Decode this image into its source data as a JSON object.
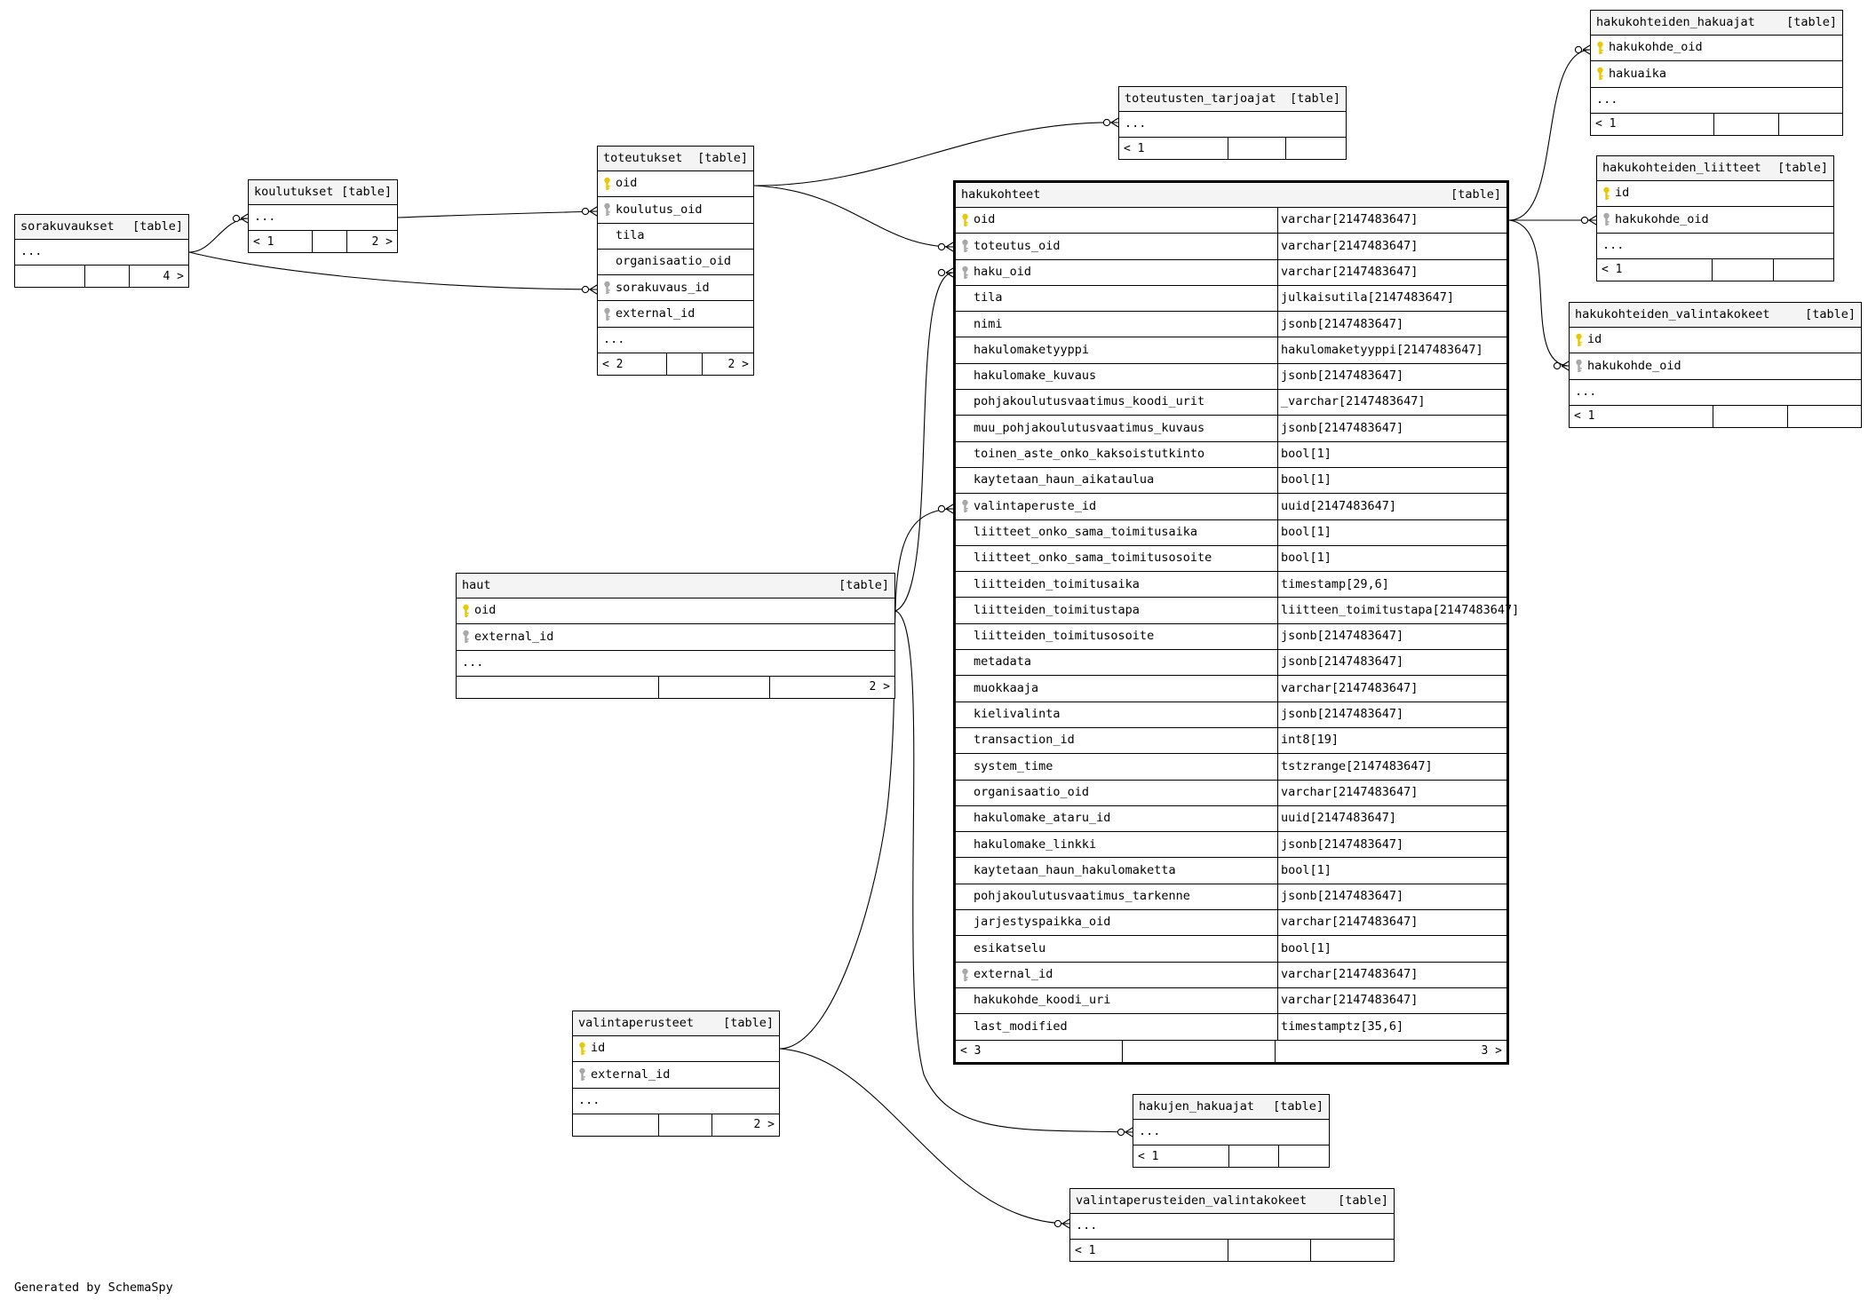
{
  "diagram": {
    "generated_by": "Generated by SchemaSpy",
    "kind_label": "[table]",
    "more_marker": "...",
    "key_icon": "key-icon",
    "colors": {
      "primary_key": "#e8c800",
      "foreign_key": "#a8a8a8",
      "header_bg": "#f4f4f4"
    }
  },
  "tables": {
    "sorakuvaukset": {
      "name": "sorakuvaukset",
      "kind": "[table]",
      "more": "...",
      "footer": [
        "",
        "",
        "4 >"
      ]
    },
    "koulutukset": {
      "name": "koulutukset",
      "kind": "[table]",
      "more": "...",
      "footer": [
        "< 1",
        "",
        "2 >"
      ]
    },
    "toteutukset": {
      "name": "toteutukset",
      "kind": "[table]",
      "columns": [
        {
          "name": "oid",
          "key": "pk"
        },
        {
          "name": "koulutus_oid",
          "key": "fk"
        },
        {
          "name": "tila",
          "key": ""
        },
        {
          "name": "organisaatio_oid",
          "key": ""
        },
        {
          "name": "sorakuvaus_id",
          "key": "fk"
        },
        {
          "name": "external_id",
          "key": "fk"
        }
      ],
      "more": "...",
      "footer": [
        "< 2",
        "",
        "2 >"
      ]
    },
    "toteutusten_tarjoajat": {
      "name": "toteutusten_tarjoajat",
      "kind": "[table]",
      "more": "...",
      "footer": [
        "< 1",
        "",
        ""
      ]
    },
    "haut": {
      "name": "haut",
      "kind": "[table]",
      "columns": [
        {
          "name": "oid",
          "key": "pk"
        },
        {
          "name": "external_id",
          "key": "fk"
        }
      ],
      "more": "...",
      "footer": [
        "",
        "",
        "2 >"
      ]
    },
    "valintaperusteet": {
      "name": "valintaperusteet",
      "kind": "[table]",
      "columns": [
        {
          "name": "id",
          "key": "pk"
        },
        {
          "name": "external_id",
          "key": "fk"
        }
      ],
      "more": "...",
      "footer": [
        "",
        "",
        "2 >"
      ]
    },
    "hakukohteet": {
      "name": "hakukohteet",
      "kind": "[table]",
      "columns": [
        {
          "name": "oid",
          "type": "varchar[2147483647]",
          "key": "pk"
        },
        {
          "name": "toteutus_oid",
          "type": "varchar[2147483647]",
          "key": "fk"
        },
        {
          "name": "haku_oid",
          "type": "varchar[2147483647]",
          "key": "fk"
        },
        {
          "name": "tila",
          "type": "julkaisutila[2147483647]",
          "key": ""
        },
        {
          "name": "nimi",
          "type": "jsonb[2147483647]",
          "key": ""
        },
        {
          "name": "hakulomaketyyppi",
          "type": "hakulomaketyyppi[2147483647]",
          "key": ""
        },
        {
          "name": "hakulomake_kuvaus",
          "type": "jsonb[2147483647]",
          "key": ""
        },
        {
          "name": "pohjakoulutusvaatimus_koodi_urit",
          "type": "_varchar[2147483647]",
          "key": ""
        },
        {
          "name": "muu_pohjakoulutusvaatimus_kuvaus",
          "type": "jsonb[2147483647]",
          "key": ""
        },
        {
          "name": "toinen_aste_onko_kaksoistutkinto",
          "type": "bool[1]",
          "key": ""
        },
        {
          "name": "kaytetaan_haun_aikataulua",
          "type": "bool[1]",
          "key": ""
        },
        {
          "name": "valintaperuste_id",
          "type": "uuid[2147483647]",
          "key": "fk"
        },
        {
          "name": "liitteet_onko_sama_toimitusaika",
          "type": "bool[1]",
          "key": ""
        },
        {
          "name": "liitteet_onko_sama_toimitusosoite",
          "type": "bool[1]",
          "key": ""
        },
        {
          "name": "liitteiden_toimitusaika",
          "type": "timestamp[29,6]",
          "key": ""
        },
        {
          "name": "liitteiden_toimitustapa",
          "type": "liitteen_toimitustapa[2147483647]",
          "key": ""
        },
        {
          "name": "liitteiden_toimitusosoite",
          "type": "jsonb[2147483647]",
          "key": ""
        },
        {
          "name": "metadata",
          "type": "jsonb[2147483647]",
          "key": ""
        },
        {
          "name": "muokkaaja",
          "type": "varchar[2147483647]",
          "key": ""
        },
        {
          "name": "kielivalinta",
          "type": "jsonb[2147483647]",
          "key": ""
        },
        {
          "name": "transaction_id",
          "type": "int8[19]",
          "key": ""
        },
        {
          "name": "system_time",
          "type": "tstzrange[2147483647]",
          "key": ""
        },
        {
          "name": "organisaatio_oid",
          "type": "varchar[2147483647]",
          "key": ""
        },
        {
          "name": "hakulomake_ataru_id",
          "type": "uuid[2147483647]",
          "key": ""
        },
        {
          "name": "hakulomake_linkki",
          "type": "jsonb[2147483647]",
          "key": ""
        },
        {
          "name": "kaytetaan_haun_hakulomaketta",
          "type": "bool[1]",
          "key": ""
        },
        {
          "name": "pohjakoulutusvaatimus_tarkenne",
          "type": "jsonb[2147483647]",
          "key": ""
        },
        {
          "name": "jarjestyspaikka_oid",
          "type": "varchar[2147483647]",
          "key": ""
        },
        {
          "name": "esikatselu",
          "type": "bool[1]",
          "key": ""
        },
        {
          "name": "external_id",
          "type": "varchar[2147483647]",
          "key": "fk"
        },
        {
          "name": "hakukohde_koodi_uri",
          "type": "varchar[2147483647]",
          "key": ""
        },
        {
          "name": "last_modified",
          "type": "timestamptz[35,6]",
          "key": ""
        }
      ],
      "footer": [
        "< 3",
        "",
        "3 >"
      ]
    },
    "hakukohteiden_hakuajat": {
      "name": "hakukohteiden_hakuajat",
      "kind": "[table]",
      "columns": [
        {
          "name": "hakukohde_oid",
          "key": "pk"
        },
        {
          "name": "hakuaika",
          "key": "pk"
        }
      ],
      "more": "...",
      "footer": [
        "< 1",
        "",
        ""
      ]
    },
    "hakukohteiden_liitteet": {
      "name": "hakukohteiden_liitteet",
      "kind": "[table]",
      "columns": [
        {
          "name": "id",
          "key": "pk"
        },
        {
          "name": "hakukohde_oid",
          "key": "fk"
        }
      ],
      "more": "...",
      "footer": [
        "< 1",
        "",
        ""
      ]
    },
    "hakukohteiden_valintakokeet": {
      "name": "hakukohteiden_valintakokeet",
      "kind": "[table]",
      "columns": [
        {
          "name": "id",
          "key": "pk"
        },
        {
          "name": "hakukohde_oid",
          "key": "fk"
        }
      ],
      "more": "...",
      "footer": [
        "< 1",
        "",
        ""
      ]
    },
    "hakujen_hakuajat": {
      "name": "hakujen_hakuajat",
      "kind": "[table]",
      "more": "...",
      "footer": [
        "< 1",
        "",
        ""
      ]
    },
    "valintaperusteiden_valintakokeet": {
      "name": "valintaperusteiden_valintakokeet",
      "kind": "[table]",
      "more": "...",
      "footer": [
        "< 1",
        "",
        ""
      ]
    }
  }
}
